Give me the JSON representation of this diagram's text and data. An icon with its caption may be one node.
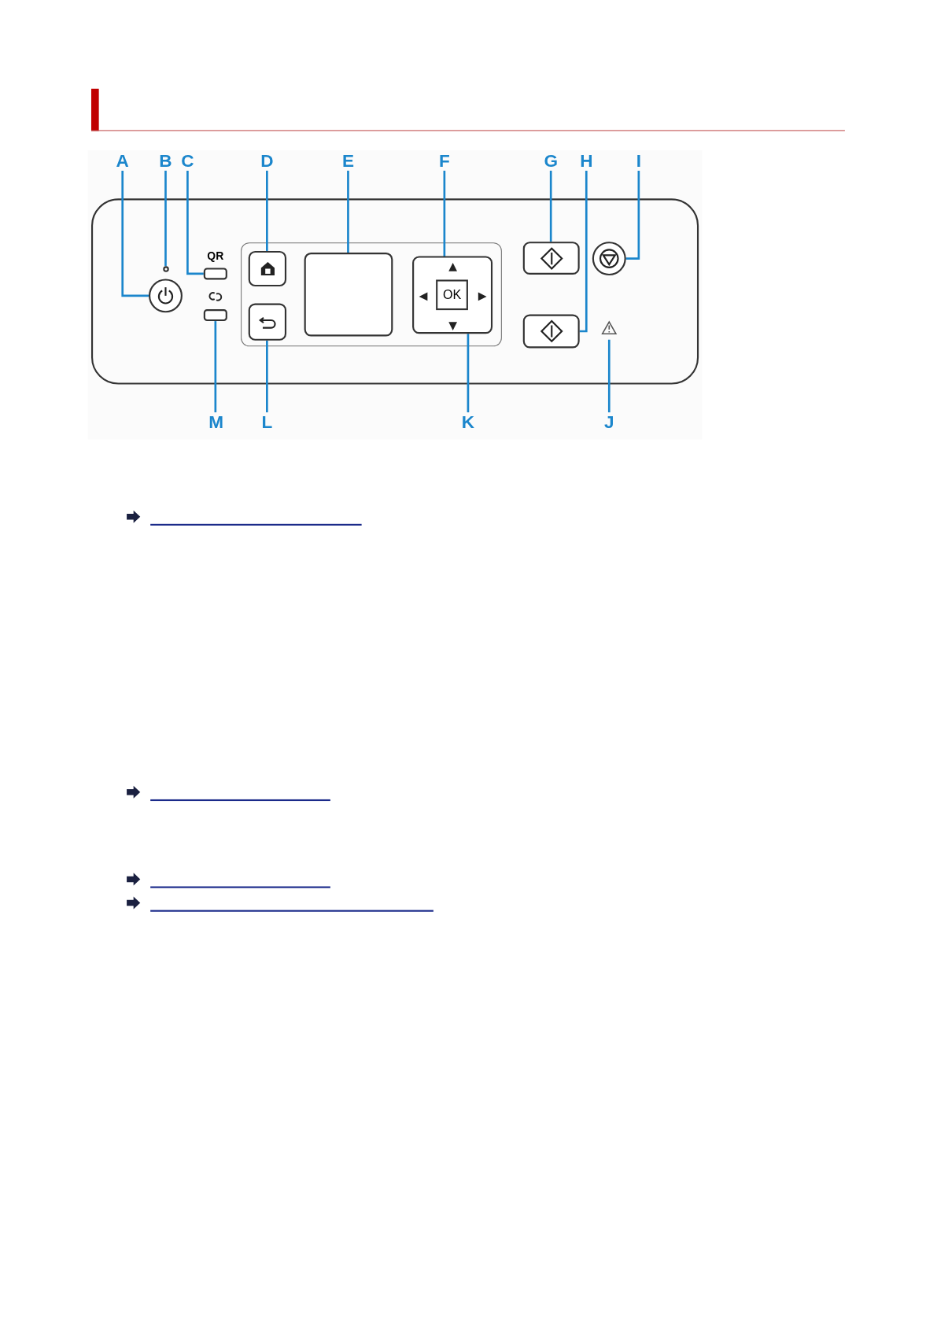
{
  "diagram": {
    "nodes": [
      {
        "text": [
          "A"
        ]
      },
      {
        "text": [
          "B"
        ]
      },
      {
        "text": [
          "C"
        ]
      },
      {
        "text": [
          "D"
        ]
      },
      {
        "text": [
          "E"
        ]
      },
      {
        "text": [
          "F"
        ]
      },
      {
        "text": [
          "G"
        ]
      },
      {
        "text": [
          "H"
        ]
      },
      {
        "text": [
          "I"
        ]
      },
      {
        "text": [
          "M"
        ]
      },
      {
        "text": [
          "L"
        ]
      },
      {
        "text": [
          "K"
        ]
      },
      {
        "text": [
          "J"
        ]
      },
      {
        "text": [],
        "shape": "circle"
      },
      {
        "text": [],
        "shape": "circle"
      },
      {
        "text": [],
        "shape": "box"
      },
      {
        "text": [],
        "shape": "box"
      },
      {
        "text": [],
        "shape": "box"
      },
      {
        "text": [],
        "shape": "box"
      },
      {
        "text": [
          "OK"
        ],
        "in": 18
      },
      {
        "text": [],
        "shape": "box"
      },
      {
        "text": [],
        "shape": "box"
      },
      {
        "text": [],
        "shape": "circle"
      },
      {
        "text": [],
        "shape": "box"
      },
      {
        "text": [],
        "shape": "box"
      },
      {
        "text": [],
        "shape": "triangle"
      }
    ],
    "edges": [
      {
        "from": 0,
        "to": 13,
        "arrow": "none"
      },
      {
        "from": 1,
        "to": 14,
        "arrow": "none"
      },
      {
        "from": 2,
        "to": 15,
        "arrow": "none"
      },
      {
        "from": 3,
        "to": 16,
        "arrow": "none"
      },
      {
        "from": 4,
        "to": 17,
        "arrow": "none"
      },
      {
        "from": 5,
        "to": 19,
        "arrow": "none"
      },
      {
        "from": 6,
        "to": 20,
        "arrow": "none"
      },
      {
        "from": 7,
        "to": 21,
        "arrow": "none"
      },
      {
        "from": 8,
        "to": 22,
        "arrow": "none"
      },
      {
        "from": 9,
        "to": 23,
        "arrow": "none"
      },
      {
        "from": 10,
        "to": 24,
        "arrow": "none"
      },
      {
        "from": 11,
        "to": 18,
        "arrow": "none"
      },
      {
        "from": 12,
        "to": 25,
        "arrow": "none"
      }
    ],
    "labels": [
      "QR"
    ]
  }
}
